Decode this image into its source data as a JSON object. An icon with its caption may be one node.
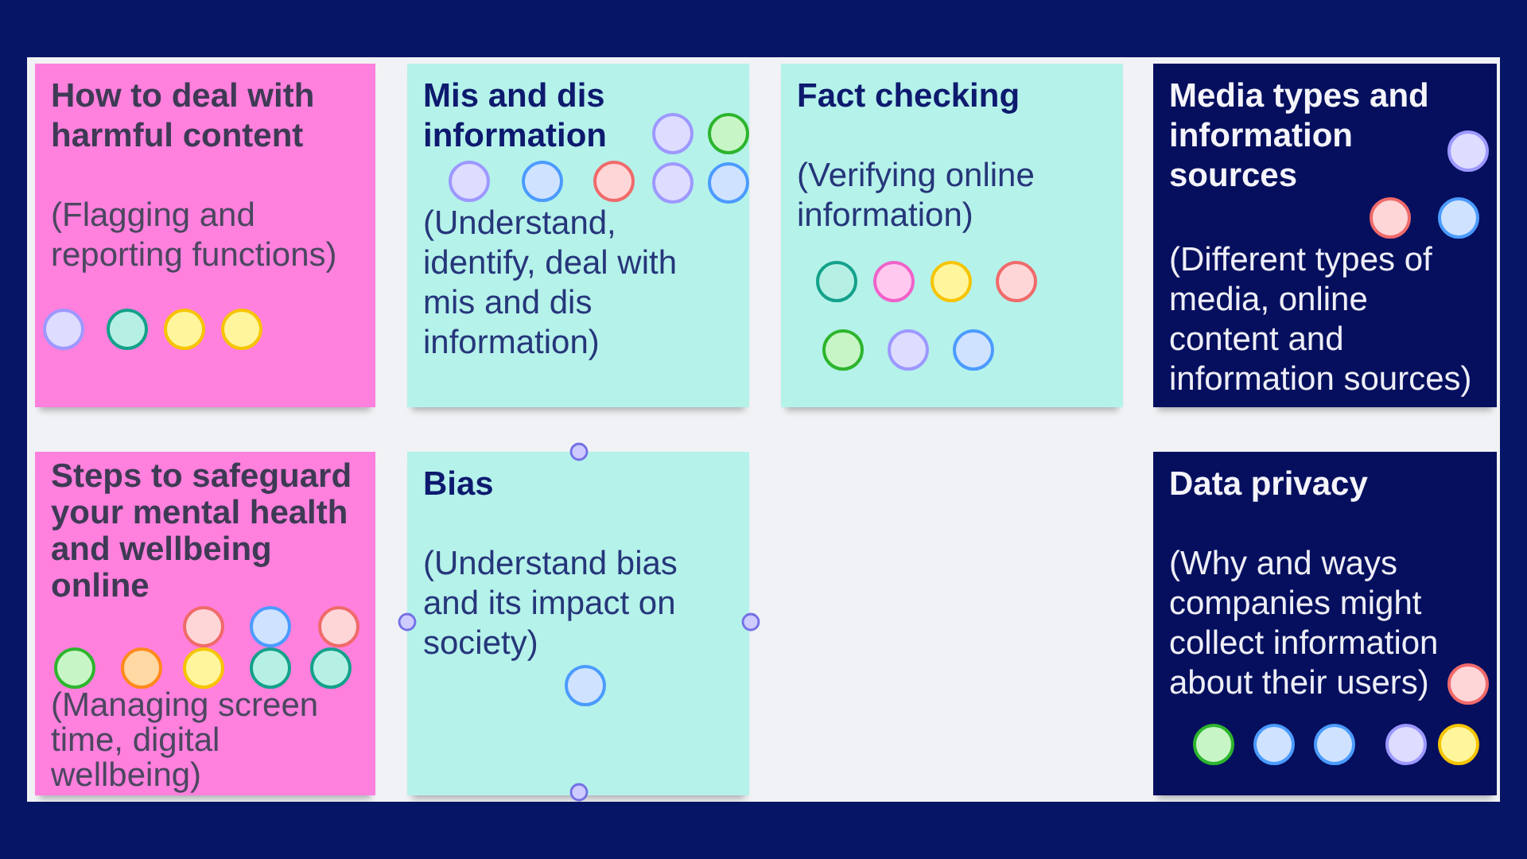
{
  "diagram": {
    "nodes": [
      {
        "text": [
          "How to deal with harmful content",
          "(Flagging and reporting functions)"
        ]
      },
      {
        "text": [
          "Mis and dis information",
          "(Understand, identify, deal with mis and dis information)"
        ]
      },
      {
        "text": [
          "Fact checking",
          "(Verifying online information)"
        ]
      },
      {
        "text": [
          "Media types and information sources",
          "(Different types of media, online content and information sources)"
        ]
      },
      {
        "text": [
          "Steps to safeguard your mental health and wellbeing online",
          "(Managing screen time, digital wellbeing)"
        ]
      },
      {
        "text": [
          "Bias",
          "(Understand bias and its impact on society)"
        ]
      },
      {
        "text": [
          "Data privacy",
          "(Why and ways companies might collect information about their users)"
        ]
      }
    ]
  }
}
